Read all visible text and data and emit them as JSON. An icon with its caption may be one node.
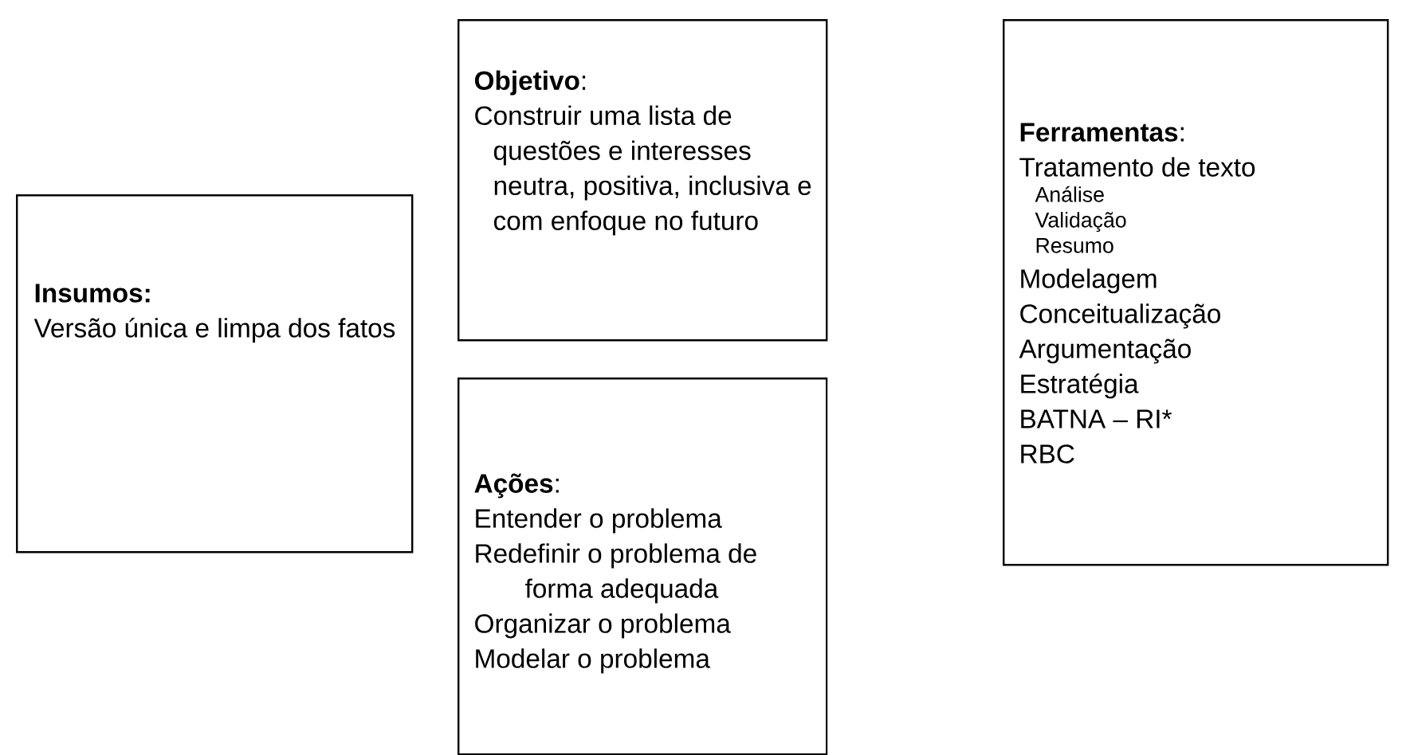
{
  "diagram": {
    "nodes": [
      {
        "text": [
          "Insumos:",
          "Versão única e limpa dos fatos"
        ]
      },
      {
        "text": [
          "**Objetivo**:",
          "Construir uma lista de questões e interesses neutra, positiva, inclusiva e com enfoque no futuro"
        ]
      },
      {
        "text": [
          "**Ações**:",
          "Entender o problema",
          "Redefinir o problema de forma adequada",
          "Organizar o problema",
          "Modelar o problema"
        ]
      },
      {
        "text": [
          "**Ferramentas**:",
          "Tratamento de texto",
          "Análise",
          "Validação",
          "Resumo",
          "Modelagem",
          "Conceitualização",
          "Argumentação",
          "Estratégia",
          "BATNA – RI*",
          "RBC"
        ]
      }
    ]
  }
}
